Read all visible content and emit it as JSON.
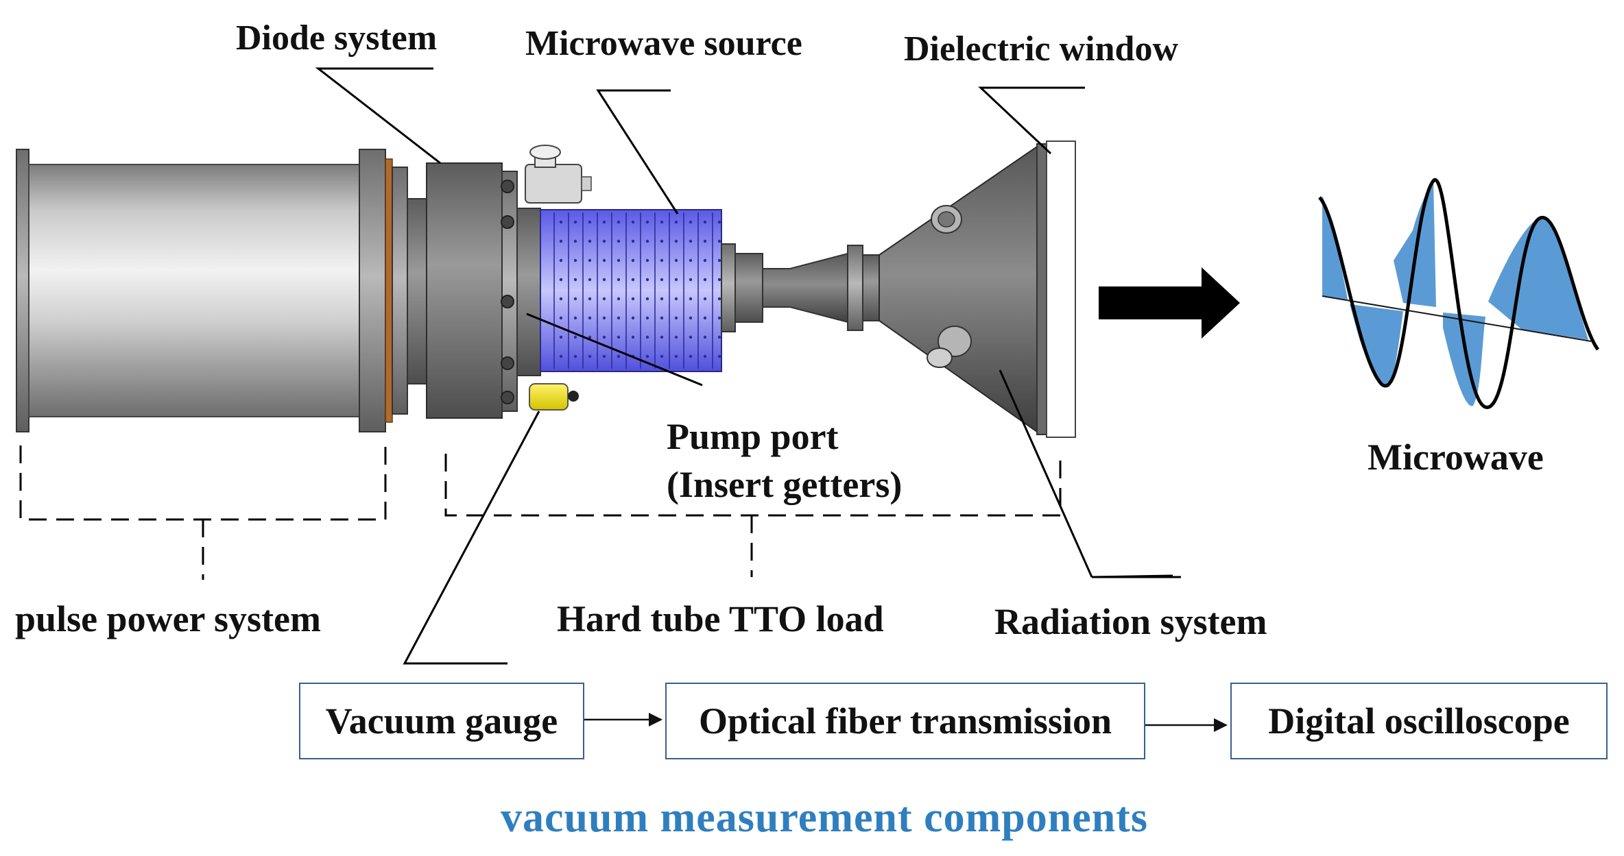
{
  "labels": {
    "diode_system": "Diode system",
    "microwave_source": "Microwave source",
    "dielectric_window": "Dielectric window",
    "pump_port_line1": "Pump port",
    "pump_port_line2": "(Insert getters)",
    "pulse_power_system": "pulse power system",
    "hard_tube_tto_load": "Hard tube TTO load",
    "radiation_system": "Radiation system",
    "microwave": "Microwave"
  },
  "flow": {
    "vacuum_gauge": "Vacuum gauge",
    "optical_fiber": "Optical fiber transmission",
    "oscilloscope": "Digital oscilloscope"
  },
  "footer": "vacuum measurement components",
  "colors": {
    "footer_text": "#2f7fbf",
    "wave_fill": "#5b9bd5",
    "source_blue": "#5a5ae6",
    "box_border": "#3a5f8f"
  }
}
